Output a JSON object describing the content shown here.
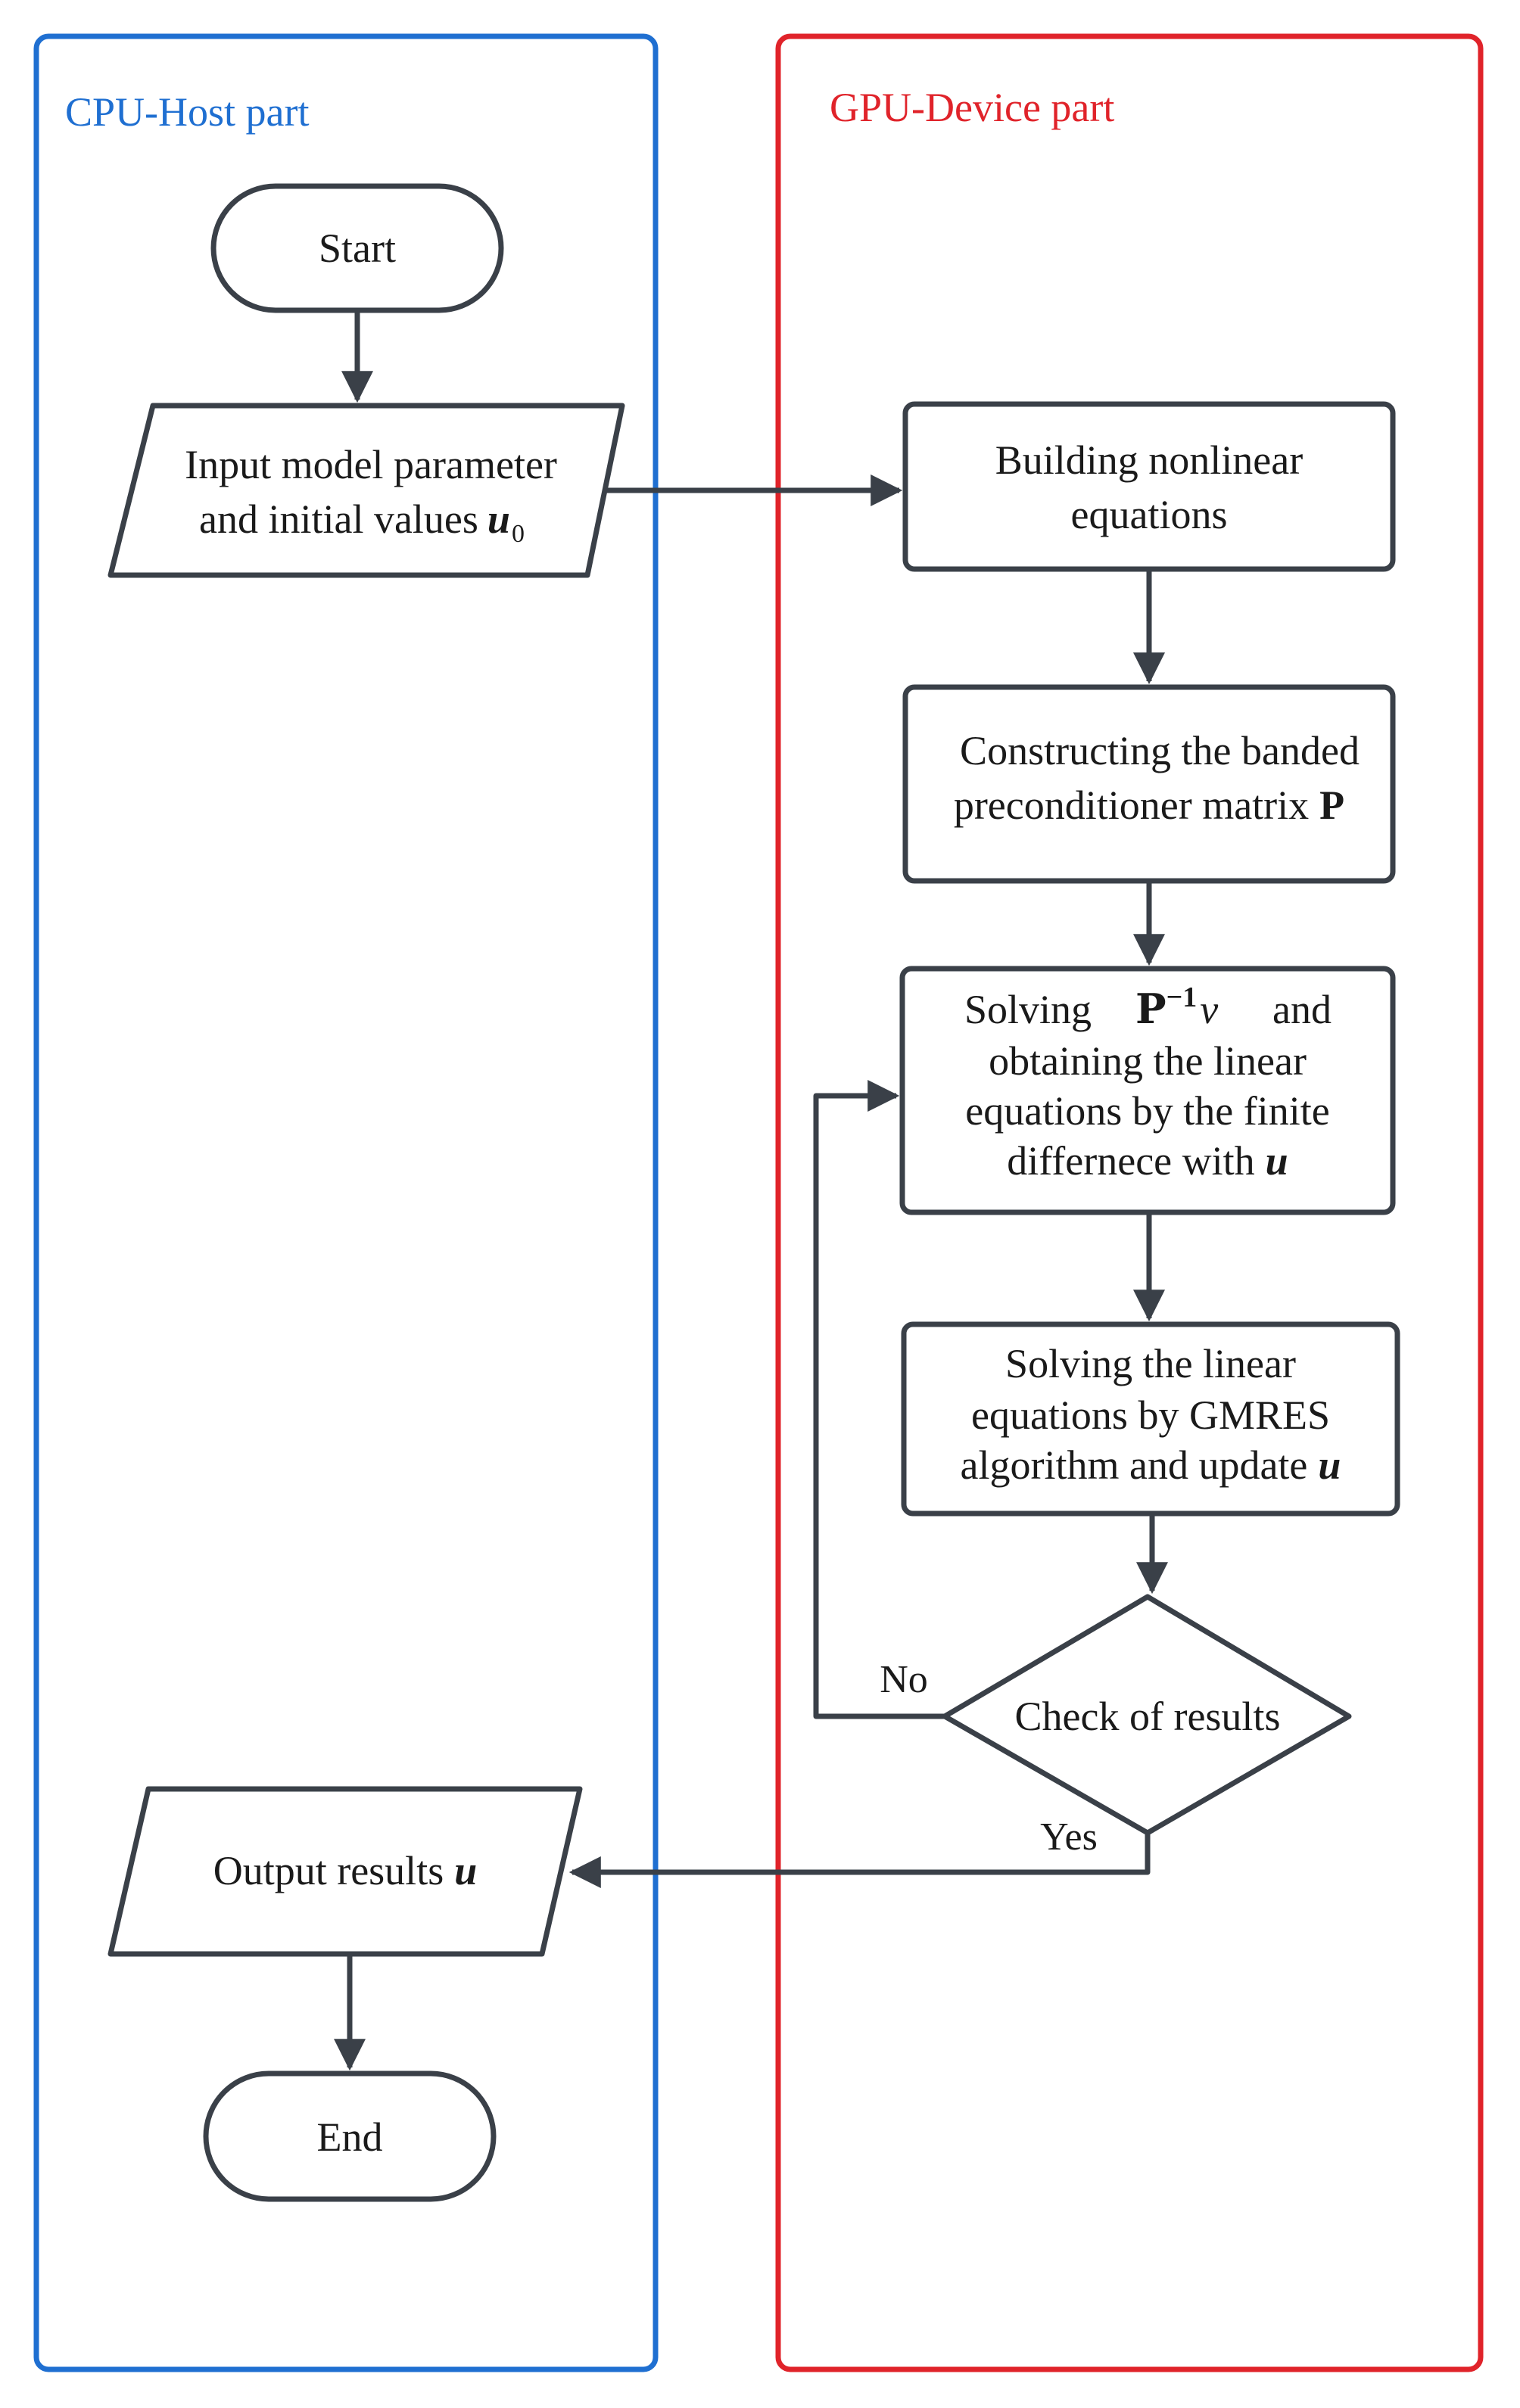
{
  "colors": {
    "cpu_lane": "#1f6fd1",
    "gpu_lane": "#e0232a",
    "shape_stroke": "#3a4048",
    "text": "#1a1a1a"
  },
  "lanes": {
    "cpu_title": "CPU-Host part",
    "gpu_title": "GPU-Device part"
  },
  "nodes": {
    "start": "Start",
    "input_line1": "Input model parameter",
    "input_line2": "and initial values",
    "input_var": "u",
    "input_sub": "0",
    "build_line1": "Building nonlinear",
    "build_line2": "equations",
    "construct_line1": "Constructing the banded",
    "construct_line2": "preconditioner matrix",
    "construct_var": "P",
    "solve_line1_a": "Solving",
    "solve_math_base": "P",
    "solve_math_sup": "−1",
    "solve_math_var": "v",
    "solve_line1_b": "and",
    "solve_line2": "obtaining the linear",
    "solve_line3": "equations by the finite",
    "solve_line4": "differnece with",
    "solve_var": "u",
    "gmres_line1": "Solving the linear",
    "gmres_line2": "equations by GMRES",
    "gmres_line3": "algorithm and update",
    "gmres_var": "u",
    "check": "Check of results",
    "output": "Output results",
    "output_var": "u",
    "end": "End"
  },
  "edges": {
    "no": "No",
    "yes": "Yes"
  }
}
